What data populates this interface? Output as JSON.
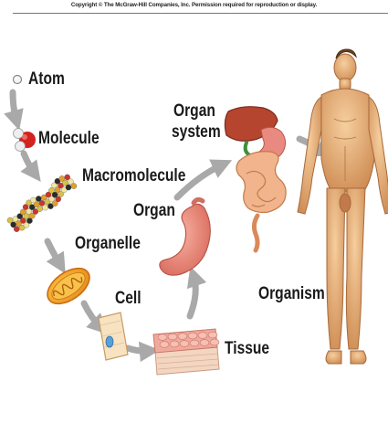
{
  "header": {
    "copyright": "Copyright © The McGraw-Hill Companies, Inc. Permission required for reproduction or display."
  },
  "levels": {
    "atom": "Atom",
    "molecule": "Molecule",
    "macromolecule": "Macromolecule",
    "organelle": "Organelle",
    "cell": "Cell",
    "tissue": "Tissue",
    "organ": "Organ",
    "organ_system_line1": "Organ",
    "organ_system_line2": "system",
    "organism": "Organism"
  },
  "colors": {
    "arrow": "#a9a9a9",
    "skin": "#e8b27e",
    "organ_pink": "#e98a80",
    "liver": "#b5452f",
    "membrane_orange": "#f0a020"
  }
}
